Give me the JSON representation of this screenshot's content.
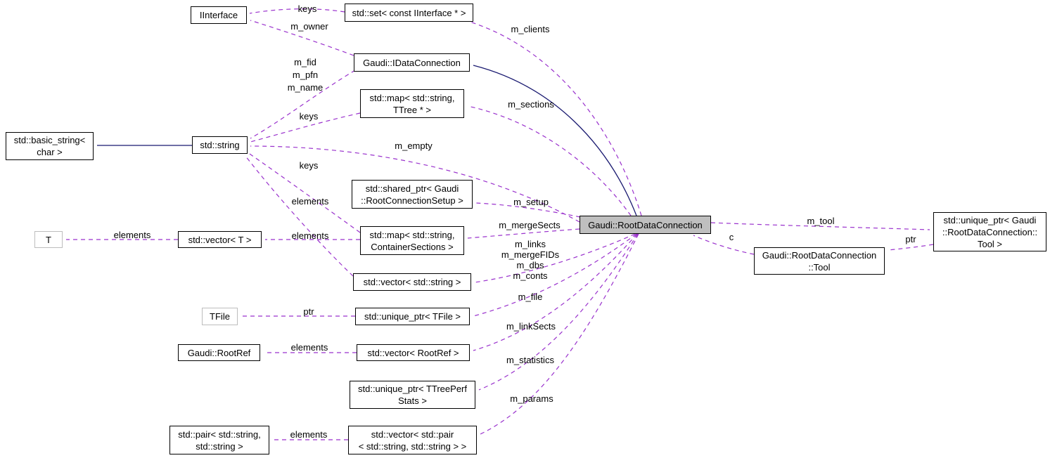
{
  "colors": {
    "edge_dashed": "#9a32cd",
    "edge_solid": "#191970",
    "node_fill": "#ffffff",
    "node_border": "#000000",
    "center_fill": "#bfbfbf",
    "muted_border": "#bdbdbd"
  },
  "nodes": {
    "iinterface": {
      "lines": [
        "IInterface"
      ]
    },
    "set_const_iinterface": {
      "lines": [
        "std::set< const IInterface * >"
      ]
    },
    "idataconnection": {
      "lines": [
        "Gaudi::IDataConnection"
      ]
    },
    "map_string_ttree": {
      "lines": [
        "std::map< std::string,",
        "TTree * >"
      ]
    },
    "basic_string_char": {
      "lines": [
        "std::basic_string<",
        "char >"
      ]
    },
    "std_string": {
      "lines": [
        "std::string"
      ]
    },
    "shared_ptr_rootconnectionsetup": {
      "lines": [
        "std::shared_ptr< Gaudi",
        "::RootConnectionSetup >"
      ]
    },
    "t": {
      "lines": [
        "T"
      ]
    },
    "vector_t": {
      "lines": [
        "std::vector< T >"
      ]
    },
    "map_string_containersections": {
      "lines": [
        "std::map< std::string,",
        "ContainerSections >"
      ]
    },
    "vector_string": {
      "lines": [
        "std::vector< std::string >"
      ]
    },
    "tfile": {
      "lines": [
        "TFile"
      ]
    },
    "unique_ptr_tfile": {
      "lines": [
        "std::unique_ptr< TFile >"
      ]
    },
    "gaudi_rootref": {
      "lines": [
        "Gaudi::RootRef"
      ]
    },
    "vector_rootref": {
      "lines": [
        "std::vector< RootRef >"
      ]
    },
    "unique_ptr_ttreeperfstats": {
      "lines": [
        "std::unique_ptr< TTreePerf",
        "Stats >"
      ]
    },
    "pair_string_string": {
      "lines": [
        "std::pair< std::string,",
        "std::string >"
      ]
    },
    "vector_pair_string_string": {
      "lines": [
        "std::vector< std::pair",
        "< std::string, std::string > >"
      ]
    },
    "rootdataconnection": {
      "lines": [
        "Gaudi::RootDataConnection"
      ]
    },
    "rootdataconnection_tool": {
      "lines": [
        "Gaudi::RootDataConnection",
        "::Tool"
      ]
    },
    "unique_ptr_tool": {
      "lines": [
        "std::unique_ptr< Gaudi",
        "::RootDataConnection::",
        "Tool >"
      ]
    }
  },
  "edge_labels": {
    "keys_set": "keys",
    "m_owner": "m_owner",
    "m_fid_group": {
      "lines": [
        "m_fid",
        "m_pfn",
        "m_name"
      ]
    },
    "m_clients": "m_clients",
    "m_sections": "m_sections",
    "keys_ttree": "keys",
    "m_empty": "m_empty",
    "keys_containersections": "keys",
    "elements_vector_string": "elements",
    "m_setup": "m_setup",
    "m_mergeSects": "m_mergeSects",
    "m_links_group": {
      "lines": [
        "m_links",
        "m_mergeFIDs",
        "m_dbs",
        "m_conts"
      ]
    },
    "elements_t": "elements",
    "elements_containersections": "elements",
    "m_file": "m_file",
    "ptr_tfile": "ptr",
    "m_linkSects": "m_linkSects",
    "elements_rootref": "elements",
    "m_statistics": "m_statistics",
    "m_params": "m_params",
    "elements_pair": "elements",
    "m_tool": "m_tool",
    "c": "c",
    "ptr_tool": "ptr"
  }
}
